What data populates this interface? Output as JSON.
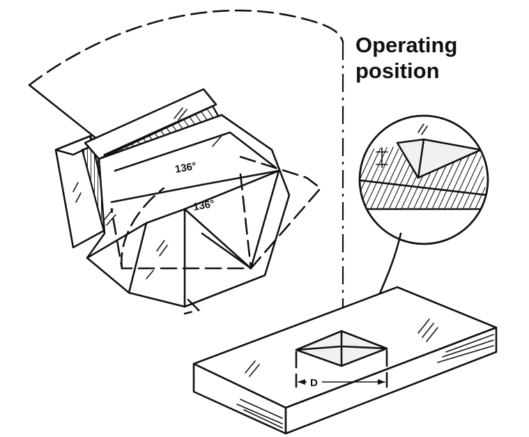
{
  "title_line1": "Operating",
  "title_line2": "position",
  "angle_label_top": "136°",
  "angle_label_inner": "136°",
  "dimension_label": "D"
}
